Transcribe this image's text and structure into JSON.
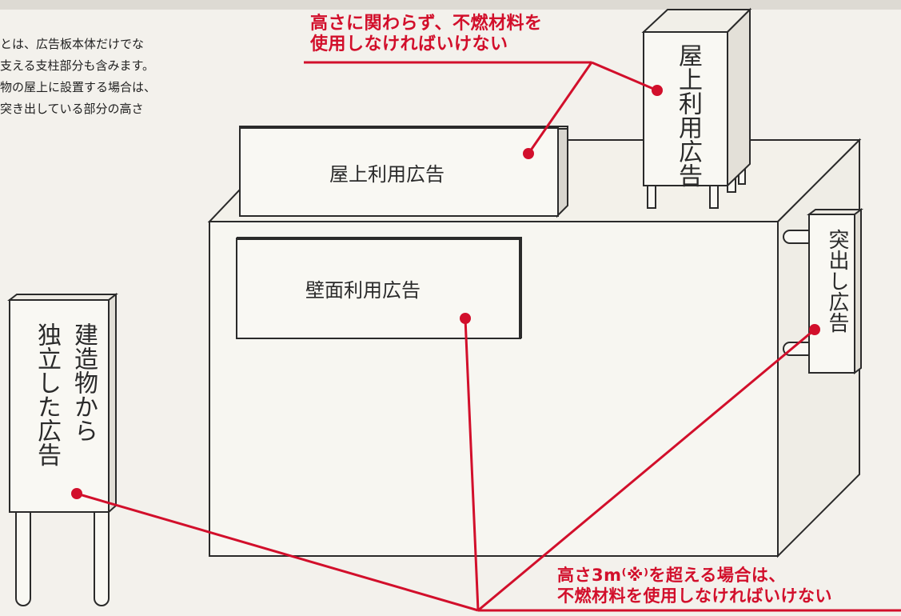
{
  "intro_text": [
    "とは、広告板本体だけでな",
    "支える支柱部分も含みます。",
    "物の屋上に設置する場合は、",
    "突き出している部分の高さ"
  ],
  "callout_top": {
    "line1": "高さに関わらず、不燃材料を",
    "line2": "使用しなければいけない"
  },
  "callout_bottom": {
    "line1": "高さ3m⁽※⁾を超える場合は、",
    "line2": "不燃材料を使用しなければいけない"
  },
  "labels": {
    "rooftop_horizontal": "屋上利用広告",
    "rooftop_vertical": "屋上利用広告",
    "wall": "壁面利用広告",
    "projecting": "突出し広告",
    "freestanding_line1": "建造物から",
    "freestanding_line2": "独立した広告"
  },
  "colors": {
    "accent_red": "#d20f2b",
    "line_dark": "#2a2a2a",
    "background": "#f3f1ec",
    "panel": "#f7f6f1"
  }
}
